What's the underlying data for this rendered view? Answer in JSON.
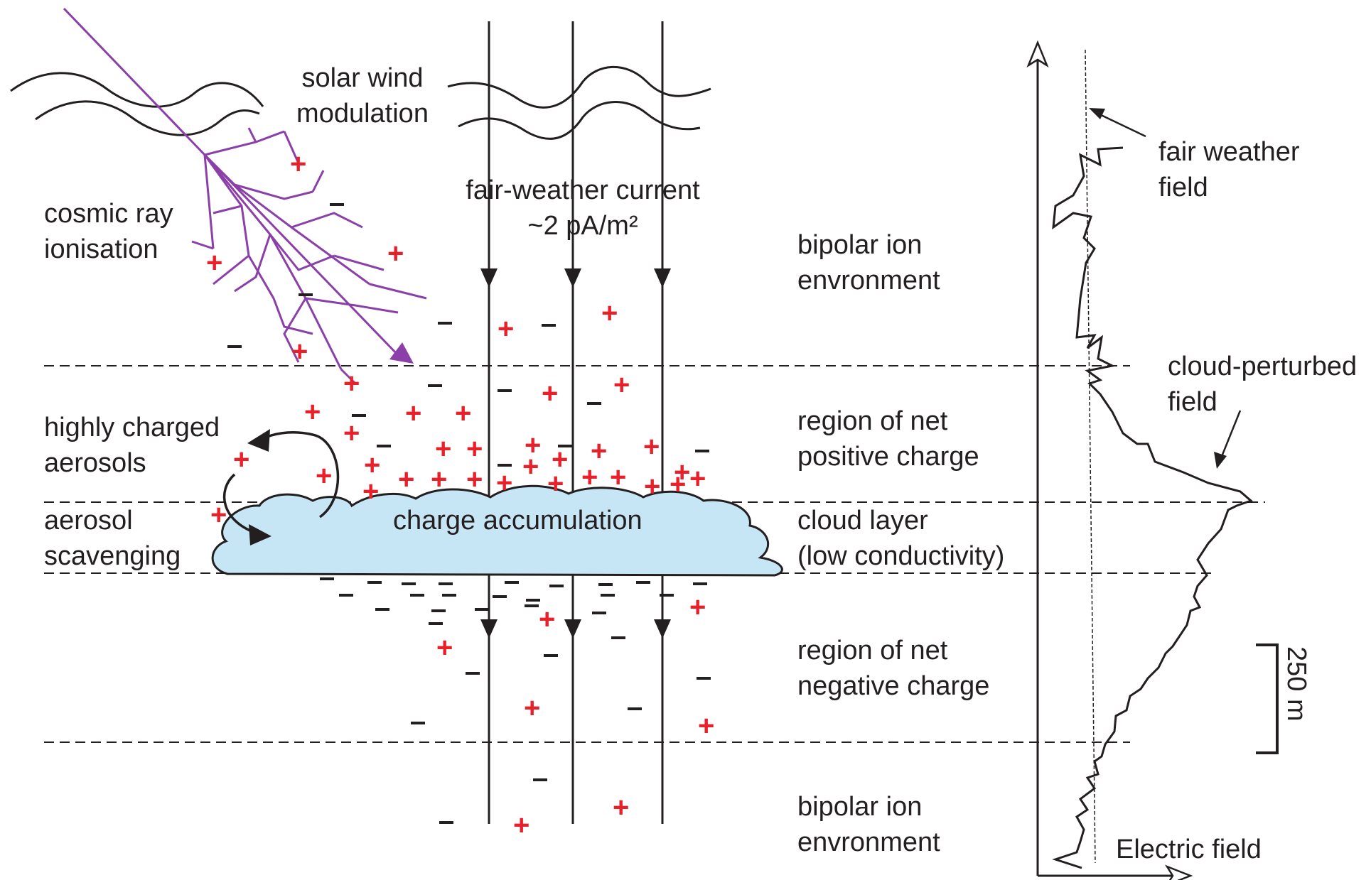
{
  "labels": {
    "solar_wind_1": "solar wind",
    "solar_wind_2": "modulation",
    "cosmic_1": "cosmic ray",
    "cosmic_2": "ionisation",
    "current_1": "fair-weather current",
    "current_2": "~2 pA/m²",
    "bipolar_top_1": "bipolar ion",
    "bipolar_top_2": "envronment",
    "highly_1": "highly charged",
    "highly_2": "aerosols",
    "net_pos_1": "region of net",
    "net_pos_2": "positive charge",
    "aerosol_1": "aerosol",
    "aerosol_2": "scavenging",
    "charge_accum": "charge accumulation",
    "cloud_layer_1": "cloud layer",
    "cloud_layer_2": "(low conductivity)",
    "net_neg_1": "region of net",
    "net_neg_2": "negative charge",
    "bipolar_bot_1": "bipolar ion",
    "bipolar_bot_2": "envronment",
    "fair_field_1": "fair weather",
    "fair_field_2": "field",
    "cloud_field_1": "cloud-perturbed",
    "cloud_field_2": "field",
    "scale": "250 m",
    "electric_field": "Electric field"
  },
  "colors": {
    "cosmic": "#8b3fa8",
    "plus": "#e8202a",
    "cloud_fill": "#c7e6f5",
    "ink": "#231f20"
  }
}
